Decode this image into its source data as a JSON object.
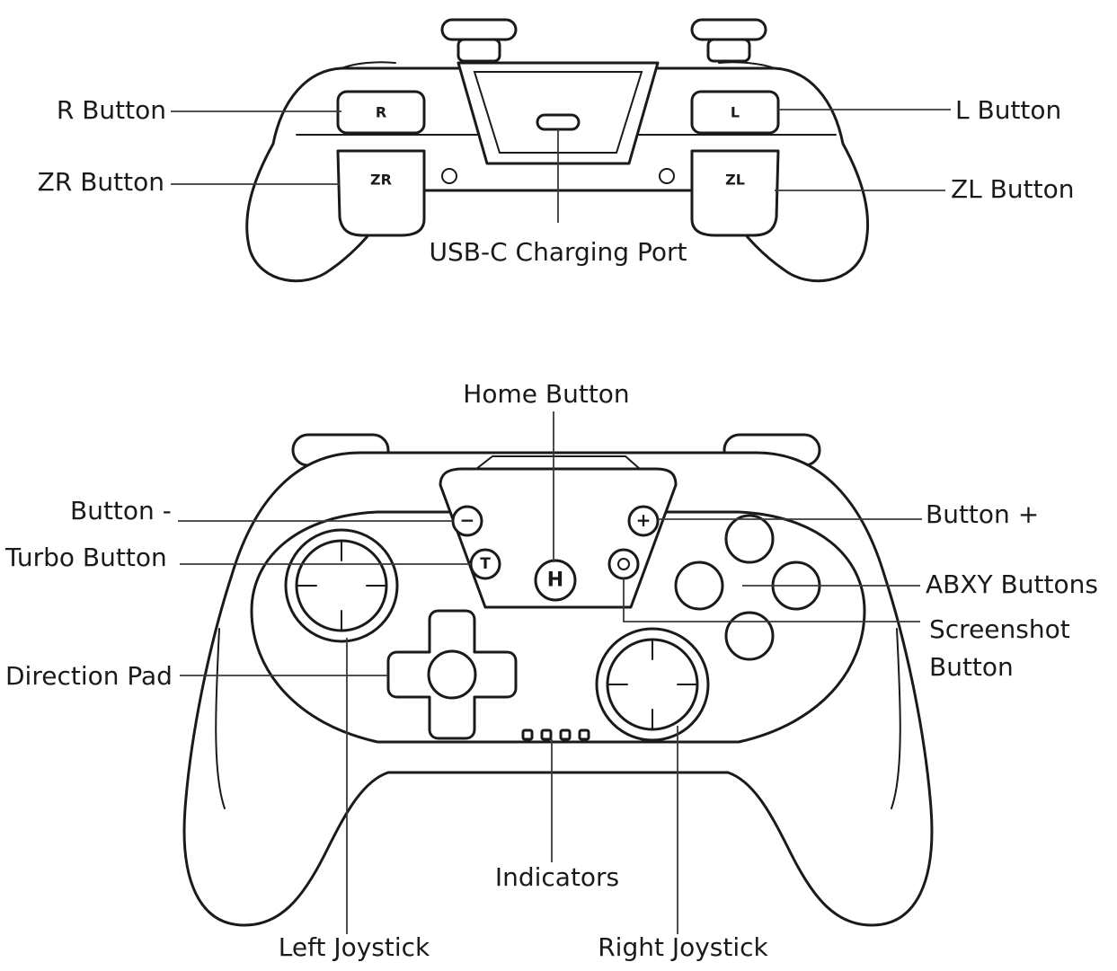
{
  "top_view": {
    "labels": {
      "r_button": "R Button",
      "zr_button": "ZR Button",
      "l_button": "L Button",
      "zl_button": "ZL Button",
      "usb_port": "USB-C Charging Port"
    },
    "button_glyphs": {
      "r": "R",
      "zr": "ZR",
      "l": "L",
      "zl": "ZL"
    }
  },
  "front_view": {
    "labels": {
      "home_button": "Home Button",
      "button_minus": "Button -",
      "turbo_button": "Turbo Button",
      "direction_pad": "Direction Pad",
      "button_plus": "Button +",
      "abxy_buttons": "ABXY Buttons",
      "screenshot_line1": "Screenshot",
      "screenshot_line2": "Button",
      "indicators": "Indicators",
      "left_joystick": "Left Joystick",
      "right_joystick": "Right Joystick"
    },
    "button_glyphs": {
      "home": "H",
      "turbo": "T",
      "minus": "−",
      "plus": "+"
    }
  }
}
